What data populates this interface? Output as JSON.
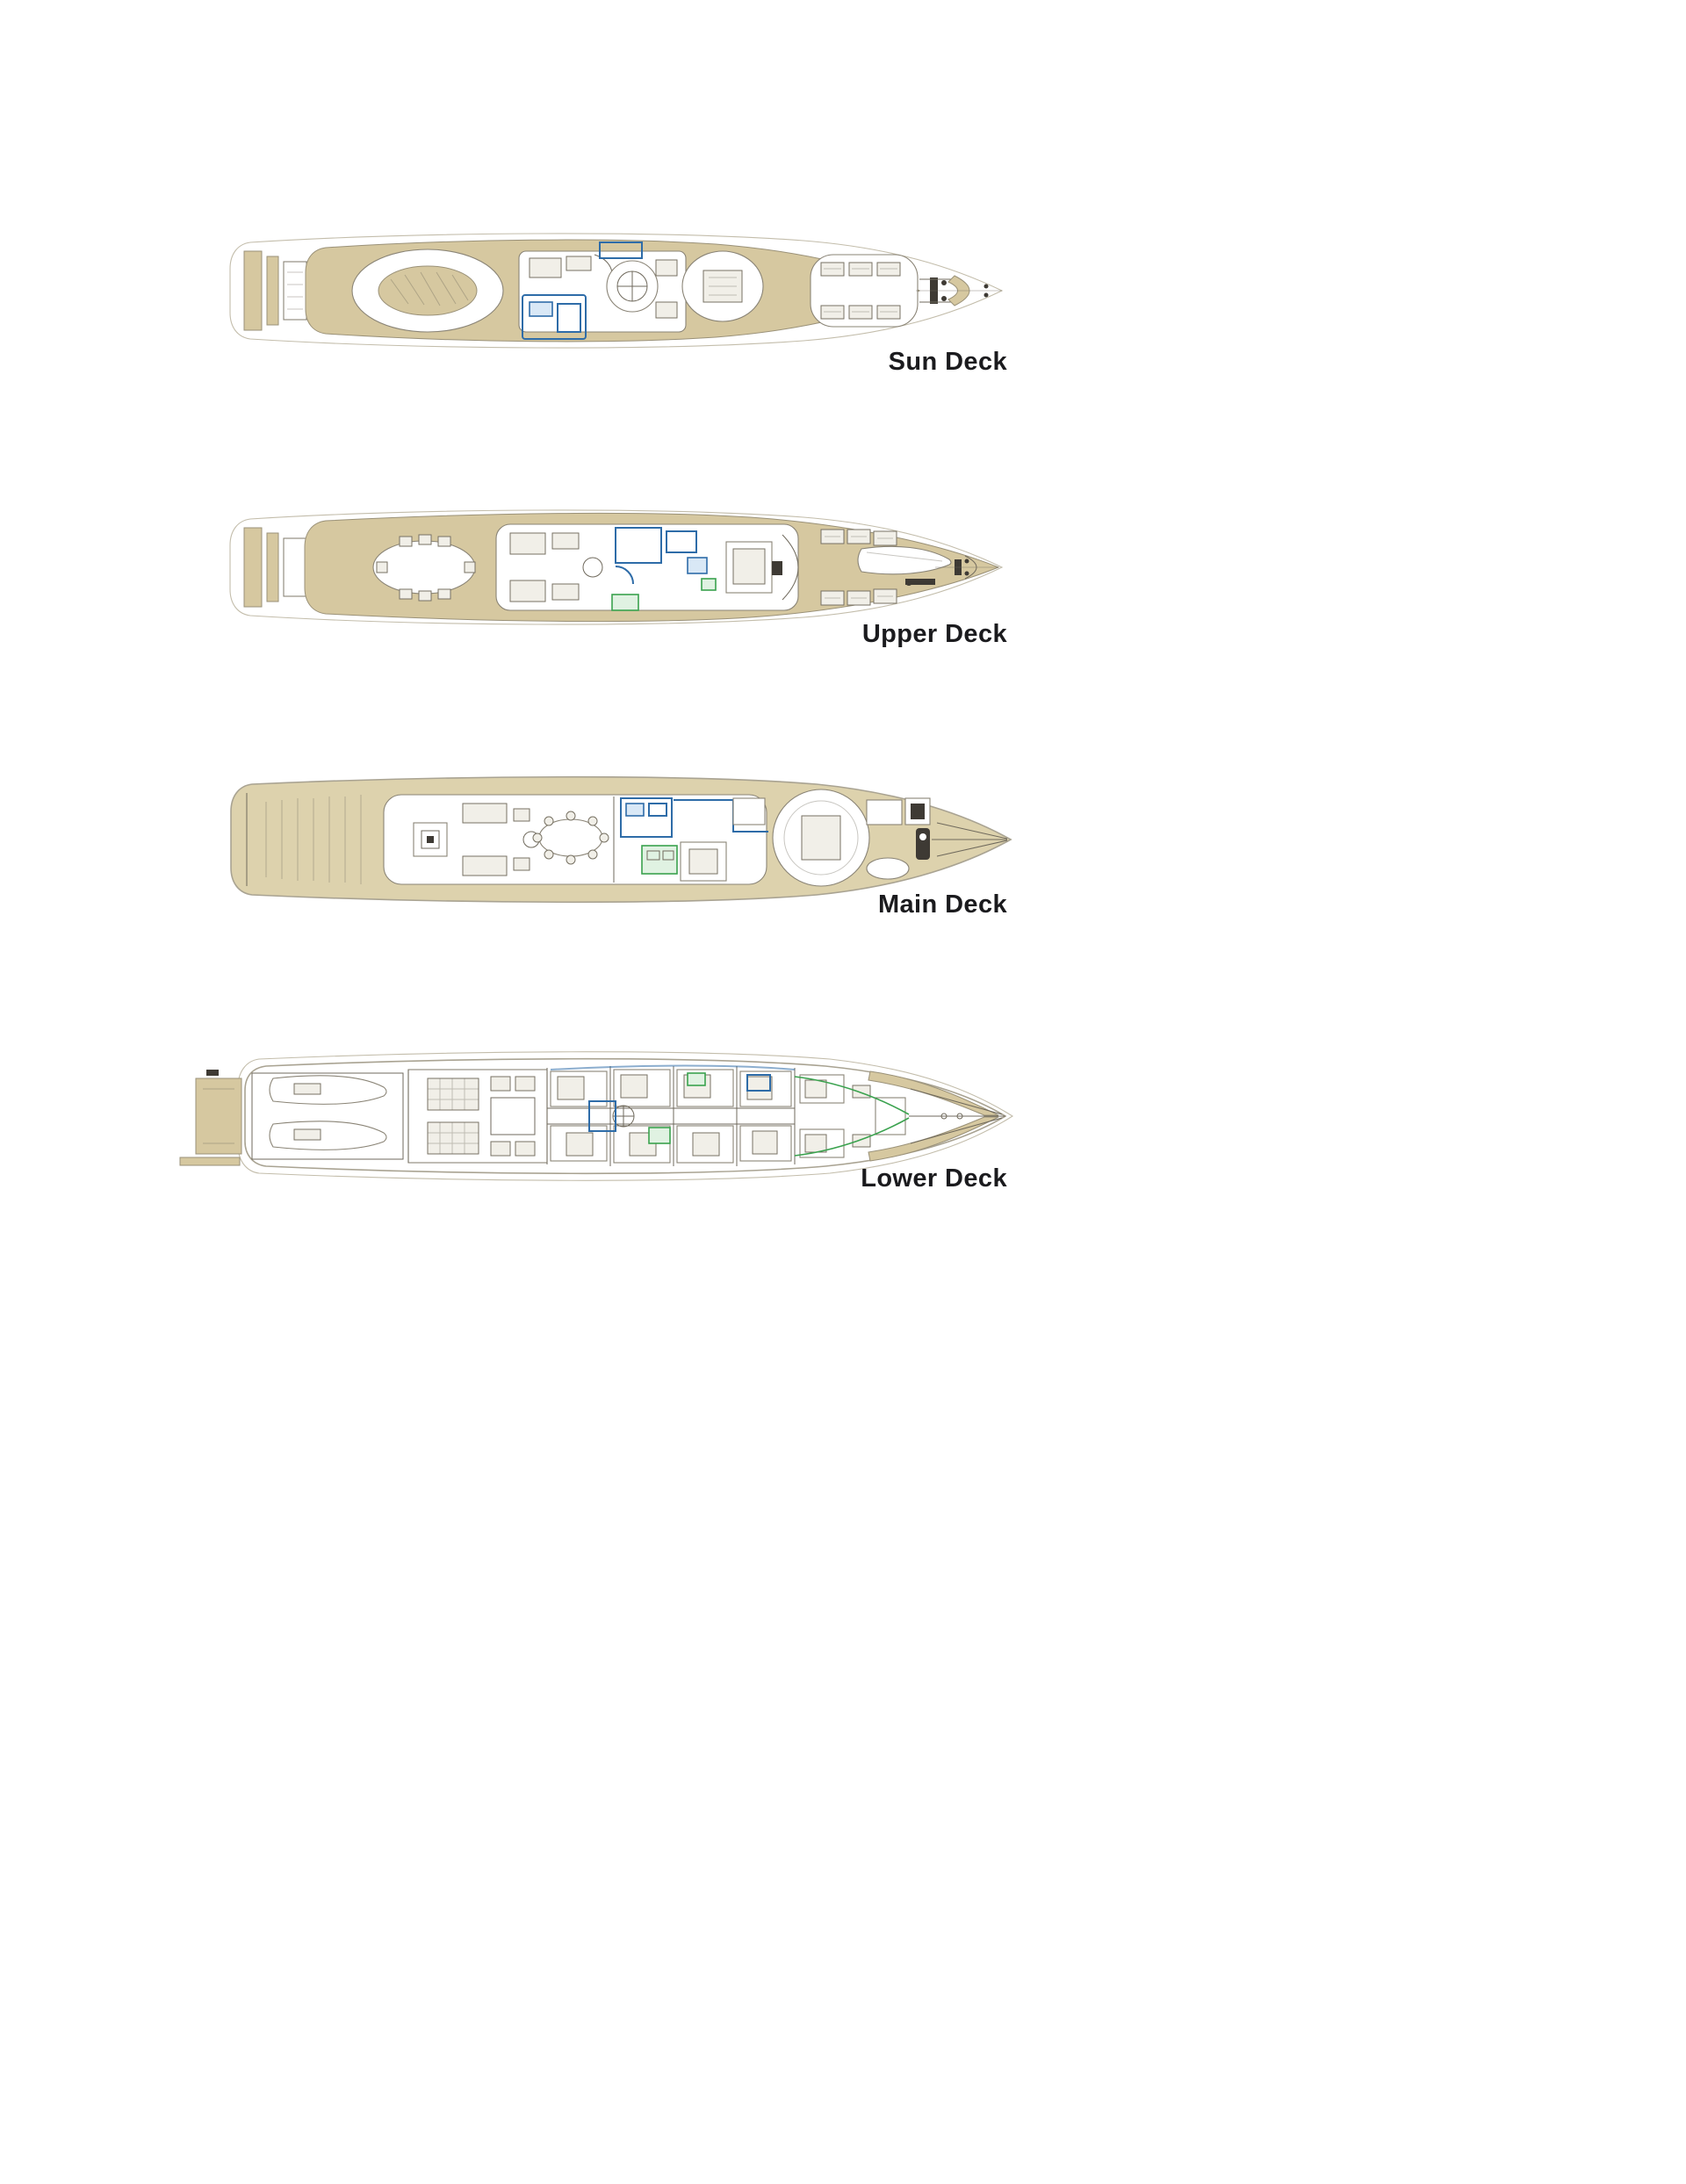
{
  "decks": [
    {
      "id": "sun-deck",
      "label": "Sun Deck"
    },
    {
      "id": "upper-deck",
      "label": "Upper Deck"
    },
    {
      "id": "main-deck",
      "label": "Main Deck"
    },
    {
      "id": "lower-deck",
      "label": "Lower Deck"
    }
  ],
  "colors": {
    "background": "#ffffff",
    "label": "#1b1b1e",
    "deck_wood": "#d6c8a0",
    "deck_wood_light": "#ddd2ad",
    "hull_outline": "#a9a392",
    "detail_line": "#6f695c",
    "accent_blue": "#2e6ca8",
    "accent_green": "#3aa24e"
  }
}
